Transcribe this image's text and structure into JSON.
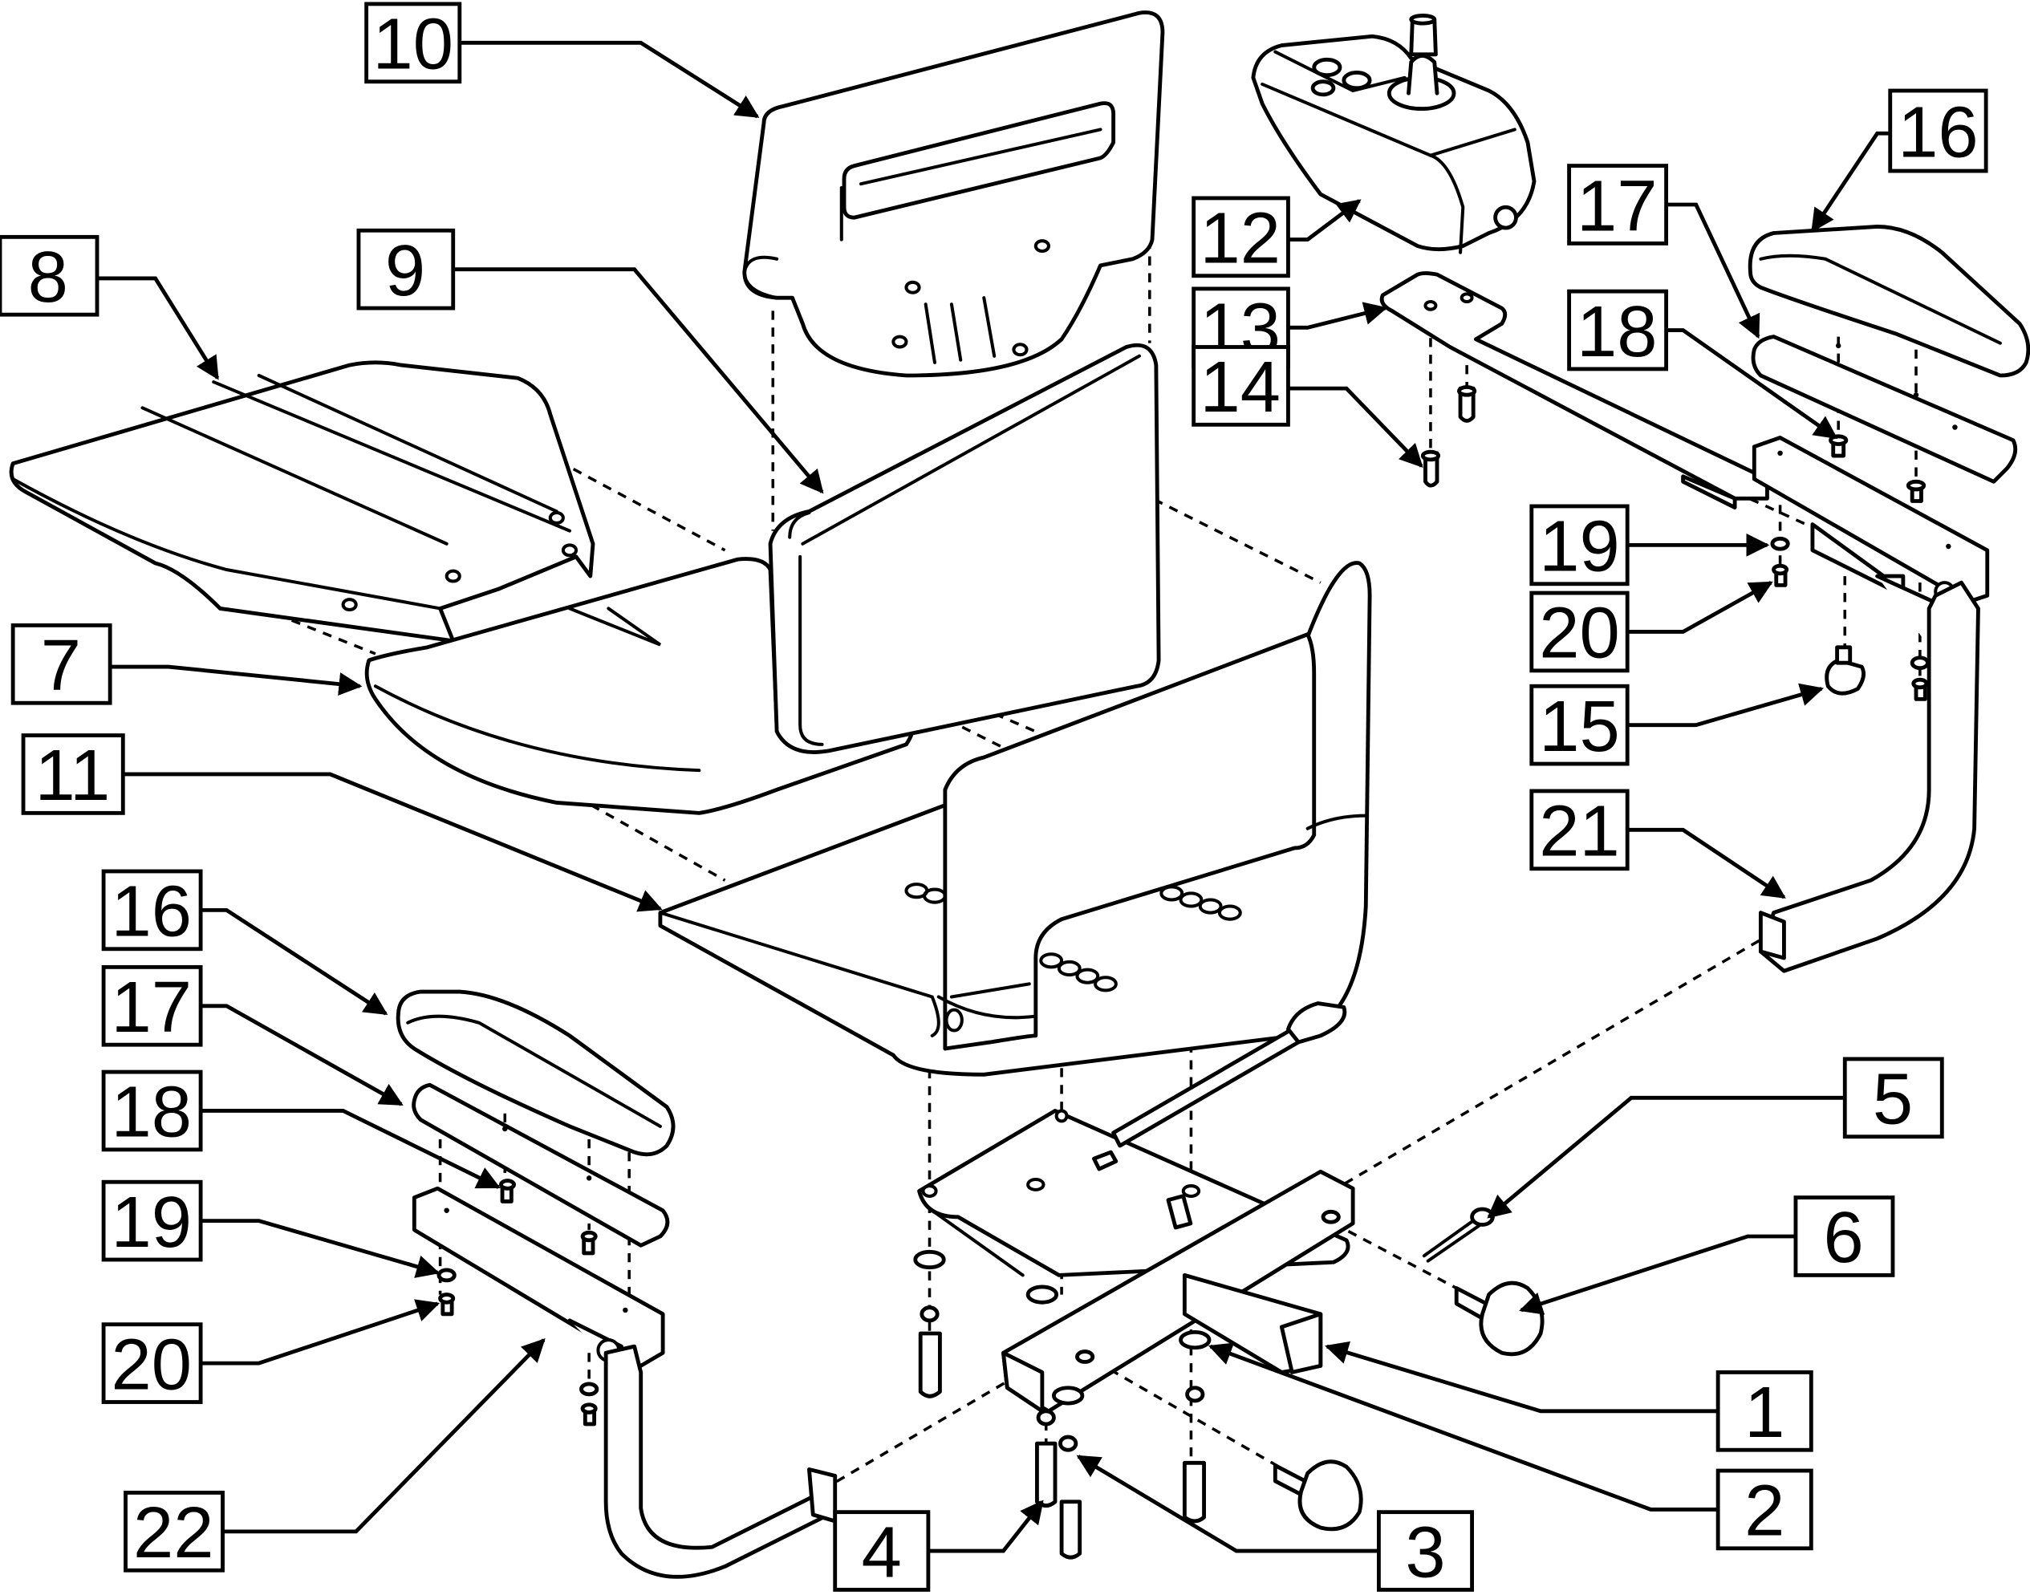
{
  "callouts": [
    {
      "id": "c1",
      "label": "1"
    },
    {
      "id": "c2",
      "label": "2"
    },
    {
      "id": "c3",
      "label": "3"
    },
    {
      "id": "c4",
      "label": "4"
    },
    {
      "id": "c5",
      "label": "5"
    },
    {
      "id": "c6",
      "label": "6"
    },
    {
      "id": "c7",
      "label": "7"
    },
    {
      "id": "c8",
      "label": "8"
    },
    {
      "id": "c9",
      "label": "9"
    },
    {
      "id": "c10",
      "label": "10"
    },
    {
      "id": "c11",
      "label": "11"
    },
    {
      "id": "c12",
      "label": "12"
    },
    {
      "id": "c13",
      "label": "13"
    },
    {
      "id": "c14",
      "label": "14"
    },
    {
      "id": "c15",
      "label": "15"
    },
    {
      "id": "c16a",
      "label": "16"
    },
    {
      "id": "c16b",
      "label": "16"
    },
    {
      "id": "c17a",
      "label": "17"
    },
    {
      "id": "c17b",
      "label": "17"
    },
    {
      "id": "c18a",
      "label": "18"
    },
    {
      "id": "c18b",
      "label": "18"
    },
    {
      "id": "c19a",
      "label": "19"
    },
    {
      "id": "c19b",
      "label": "19"
    },
    {
      "id": "c20a",
      "label": "20"
    },
    {
      "id": "c20b",
      "label": "20"
    },
    {
      "id": "c21",
      "label": "21"
    },
    {
      "id": "c22",
      "label": "22"
    }
  ]
}
